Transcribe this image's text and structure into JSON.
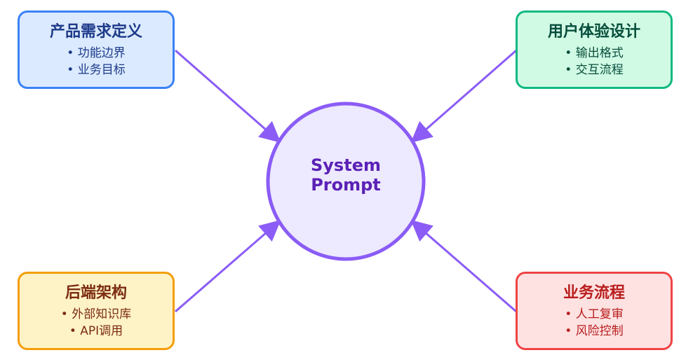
{
  "center": {
    "line1": "System",
    "line2": "Prompt"
  },
  "nodes": {
    "top_left": {
      "title": "产品需求定义",
      "items": [
        "• 功能边界",
        "• 业务目标"
      ]
    },
    "top_right": {
      "title": "用户体验设计",
      "items": [
        "• 输出格式",
        "• 交互流程"
      ]
    },
    "bottom_left": {
      "title": "后端架构",
      "items": [
        "• 外部知识库",
        "• API调用"
      ]
    },
    "bottom_right": {
      "title": "业务流程",
      "items": [
        "• 人工复审",
        "• 风险控制"
      ]
    }
  },
  "colors": {
    "arrow": "#8b5cf6",
    "center_fill": "#ede9fe",
    "center_stroke": "#8b5cf6",
    "center_text": "#5b21b6",
    "blue_border": "#3b82f6",
    "blue_fill": "#dbeafe",
    "blue_text": "#1e3a8a",
    "green_border": "#10b981",
    "green_fill": "#d1fae5",
    "green_text": "#064e3b",
    "yellow_border": "#f59e0b",
    "yellow_fill": "#fef3c7",
    "yellow_text": "#7c2d12",
    "red_border": "#ef4444",
    "red_fill": "#fee2e2",
    "red_text": "#b91c1c"
  }
}
